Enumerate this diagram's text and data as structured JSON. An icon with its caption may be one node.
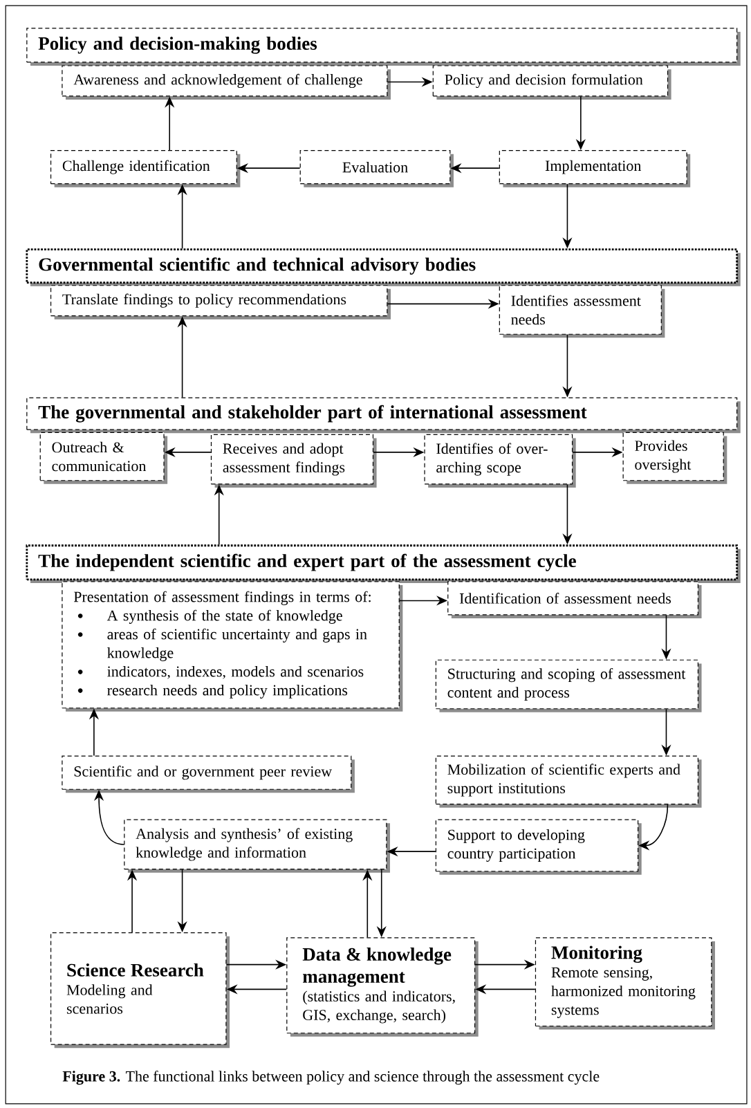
{
  "diagram": {
    "caption": "**Figure 3.** The functional links between policy and science through the assessment cycle",
    "nodes": [
      {
        "text": [
          "Policy and decision-making bodies"
        ]
      },
      {
        "text": [
          "Awareness and acknowledgement of challenge"
        ]
      },
      {
        "text": [
          "Policy and decision formulation"
        ]
      },
      {
        "text": [
          "Challenge identification"
        ]
      },
      {
        "text": [
          "Evaluation"
        ]
      },
      {
        "text": [
          "Implementation"
        ]
      },
      {
        "text": [
          "Governmental scientific and technical advisory bodies"
        ]
      },
      {
        "text": [
          "Translate findings to policy recommendations"
        ]
      },
      {
        "text": [
          "Identifies assessment needs"
        ]
      },
      {
        "text": [
          "The governmental and stakeholder part of international assessment"
        ]
      },
      {
        "text": [
          "Outreach & communication"
        ]
      },
      {
        "text": [
          "Receives and adopt assessment findings"
        ]
      },
      {
        "text": [
          "Identifies of over-arching scope"
        ]
      },
      {
        "text": [
          "Provides oversight"
        ]
      },
      {
        "text": [
          "The independent scientific and expert part of the assessment cycle"
        ]
      },
      {
        "text": [
          "Presentation of assessment findings in terms of:",
          "A synthesis of the state of knowledge",
          "areas of scientific uncertainty and gaps in knowledge",
          "indicators, indexes, models and scenarios",
          "research needs and policy implications"
        ]
      },
      {
        "text": [
          "Identification of assessment needs"
        ]
      },
      {
        "text": [
          "Structuring and scoping of assessment content and process"
        ]
      },
      {
        "text": [
          "Scientific and or government peer review"
        ]
      },
      {
        "text": [
          "Mobilization of scientific experts and support institutions"
        ]
      },
      {
        "text": [
          "Analysis and synthesis’ of existing knowledge and information"
        ]
      },
      {
        "text": [
          "Support to developing country participation"
        ]
      },
      {
        "text": [
          "Science Research",
          "Modeling and scenarios"
        ]
      },
      {
        "text": [
          "Data & knowledge management",
          "(statistics and indicators, GIS, exchange, search)"
        ]
      },
      {
        "text": [
          "Monitoring",
          "Remote sensing, harmonized monitoring systems"
        ]
      }
    ],
    "edges": [
      {
        "from": 1,
        "to": 2,
        "arrow": "to"
      },
      {
        "from": 2,
        "to": 5,
        "arrow": "to"
      },
      {
        "from": 5,
        "to": 4,
        "arrow": "to"
      },
      {
        "from": 4,
        "to": 3,
        "arrow": "to"
      },
      {
        "from": 3,
        "to": 1,
        "arrow": "to"
      },
      {
        "from": 5,
        "to": 6,
        "arrow": "to"
      },
      {
        "from": 6,
        "to": 3,
        "arrow": "to"
      },
      {
        "from": 7,
        "to": 8,
        "arrow": "to"
      },
      {
        "from": 8,
        "to": 9,
        "arrow": "to"
      },
      {
        "from": 9,
        "to": 7,
        "arrow": "to"
      },
      {
        "from": 11,
        "to": 10,
        "arrow": "to"
      },
      {
        "from": 11,
        "to": 12,
        "arrow": "to"
      },
      {
        "from": 12,
        "to": 13,
        "arrow": "to"
      },
      {
        "from": 12,
        "to": 14,
        "arrow": "to"
      },
      {
        "from": 14,
        "to": 11,
        "arrow": "to"
      },
      {
        "from": 15,
        "to": 16,
        "arrow": "to"
      },
      {
        "from": 16,
        "to": 17,
        "arrow": "to"
      },
      {
        "from": 17,
        "to": 19,
        "arrow": "to"
      },
      {
        "from": 19,
        "to": 21,
        "arrow": "to"
      },
      {
        "from": 21,
        "to": 20,
        "arrow": "to"
      },
      {
        "from": 20,
        "to": 18,
        "arrow": "to"
      },
      {
        "from": 18,
        "to": 15,
        "arrow": "to"
      },
      {
        "from": 22,
        "to": 20,
        "arrow": "to"
      },
      {
        "from": 20,
        "to": 22,
        "arrow": "to"
      },
      {
        "from": 23,
        "to": 20,
        "arrow": "to"
      },
      {
        "from": 20,
        "to": 23,
        "arrow": "to"
      },
      {
        "from": 22,
        "to": 23,
        "arrow": "to"
      },
      {
        "from": 23,
        "to": 22,
        "arrow": "to"
      },
      {
        "from": 23,
        "to": 24,
        "arrow": "to"
      },
      {
        "from": 24,
        "to": 23,
        "arrow": "to"
      }
    ]
  }
}
